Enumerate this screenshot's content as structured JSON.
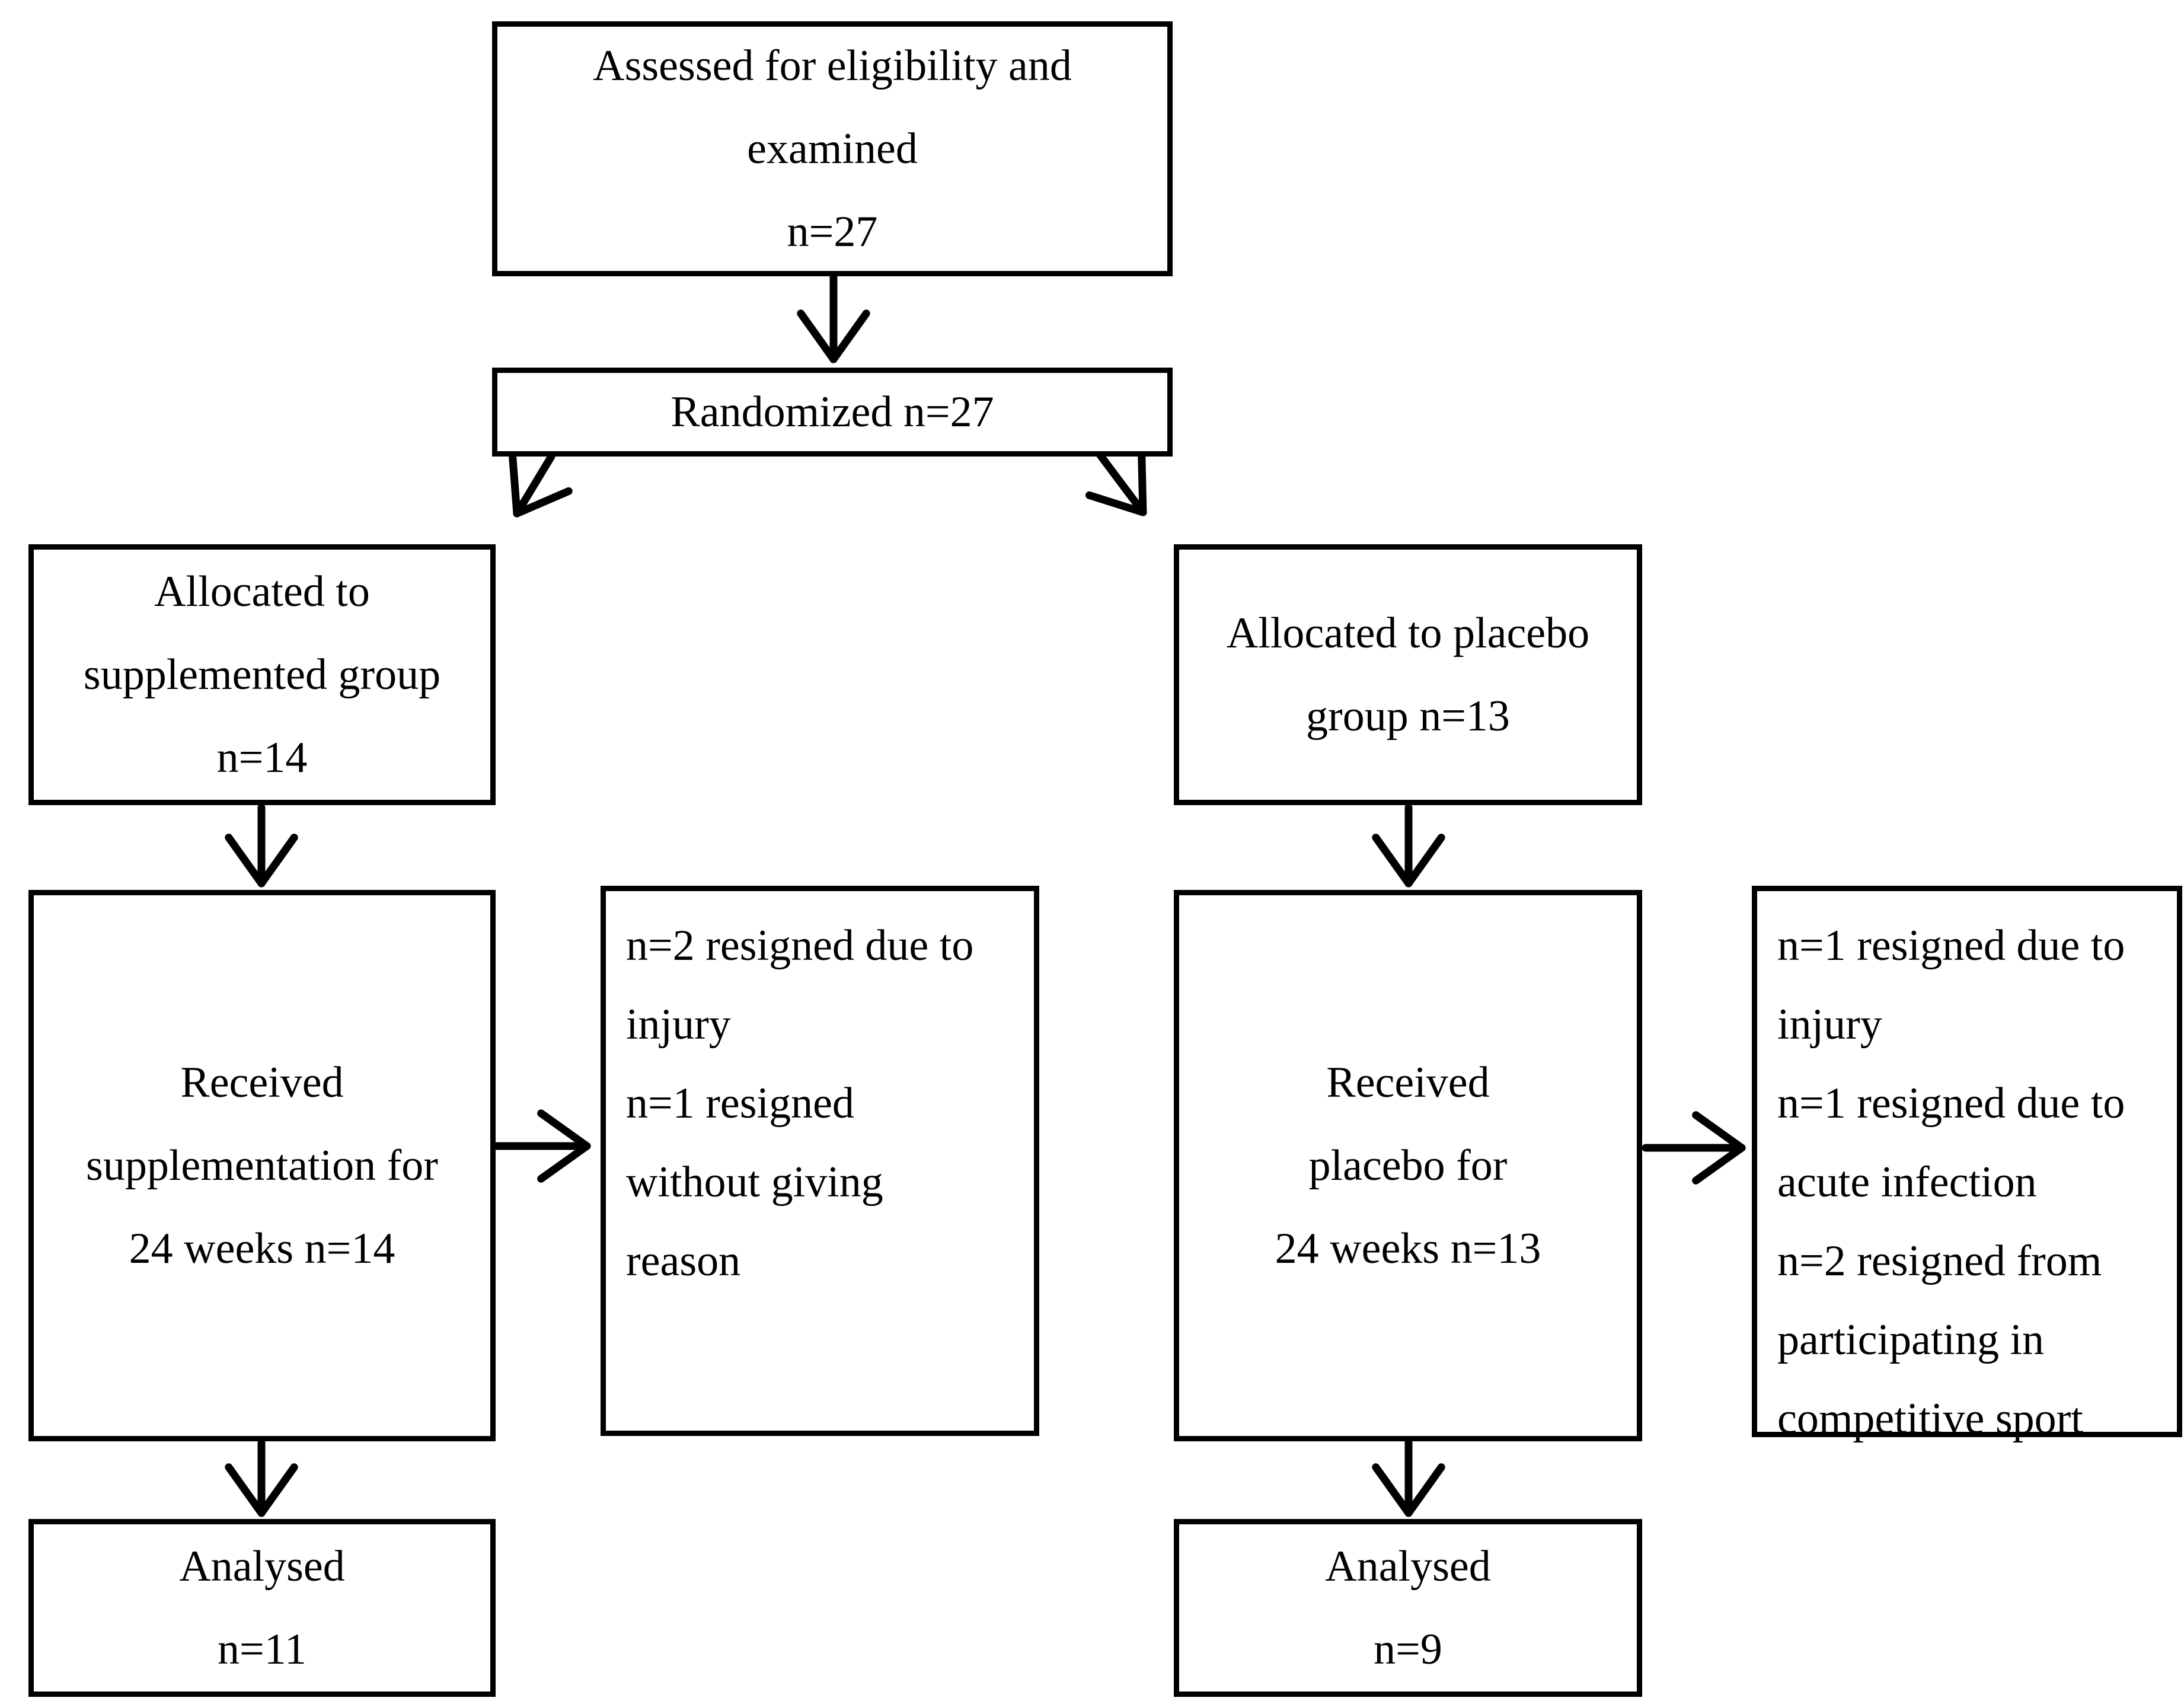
{
  "diagram": {
    "title": "participant flow diagram",
    "colors": {
      "line": "#000000",
      "background": "#ffffff",
      "text": "#000000"
    },
    "boxes": {
      "assessed": {
        "lines": [
          "Assessed for eligibility and",
          "examined",
          "n=27"
        ]
      },
      "randomized": {
        "lines": [
          "Randomized n=27"
        ]
      },
      "allocated_supplemented": {
        "lines": [
          "Allocated to",
          "supplemented group",
          "n=14"
        ]
      },
      "allocated_placebo": {
        "lines": [
          "Allocated to placebo",
          "group n=13"
        ]
      },
      "received_supplementation": {
        "lines": [
          "Received",
          "supplementation for",
          "24 weeks n=14"
        ]
      },
      "supplemented_dropouts": {
        "lines": [
          "n=2 resigned due to",
          "injury",
          "n=1 resigned",
          "without giving",
          "reason"
        ]
      },
      "received_placebo": {
        "lines": [
          "Received",
          "placebo for",
          "24 weeks n=13"
        ]
      },
      "placebo_dropouts": {
        "lines": [
          "n=1 resigned due to",
          "injury",
          "n=1 resigned due to",
          "acute infection",
          "n=2 resigned from",
          "participating in",
          "competitive sport"
        ]
      },
      "analysed_supplemented": {
        "lines": [
          "Analysed",
          "n=11"
        ]
      },
      "analysed_placebo": {
        "lines": [
          "Analysed",
          "n=9"
        ]
      }
    }
  }
}
